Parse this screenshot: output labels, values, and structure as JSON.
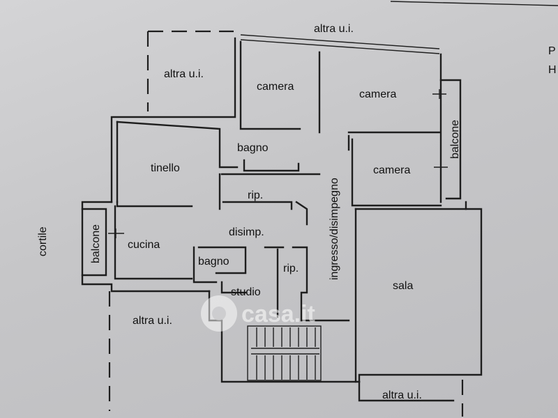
{
  "plan": {
    "labels": {
      "altra_top": "altra u.i.",
      "altra_topleft": "altra u.i.",
      "altra_left": "altra u.i.",
      "altra_bottom": "altra u.i.",
      "camera_1": "camera",
      "camera_2": "camera",
      "camera_3": "camera",
      "bagno_1": "bagno",
      "bagno_2": "bagno",
      "tinello": "tinello",
      "rip_1": "rip.",
      "rip_2": "rip.",
      "disimp": "disimp.",
      "cucina": "cucina",
      "studio": "studio",
      "sala": "sala",
      "balcone_left": "balcone",
      "balcone_right": "balcone",
      "corridor": "ingresso/disimpegno",
      "cortile": "cortile",
      "edge_p": "P",
      "edge_h": "H"
    },
    "watermark": "casa.it"
  }
}
